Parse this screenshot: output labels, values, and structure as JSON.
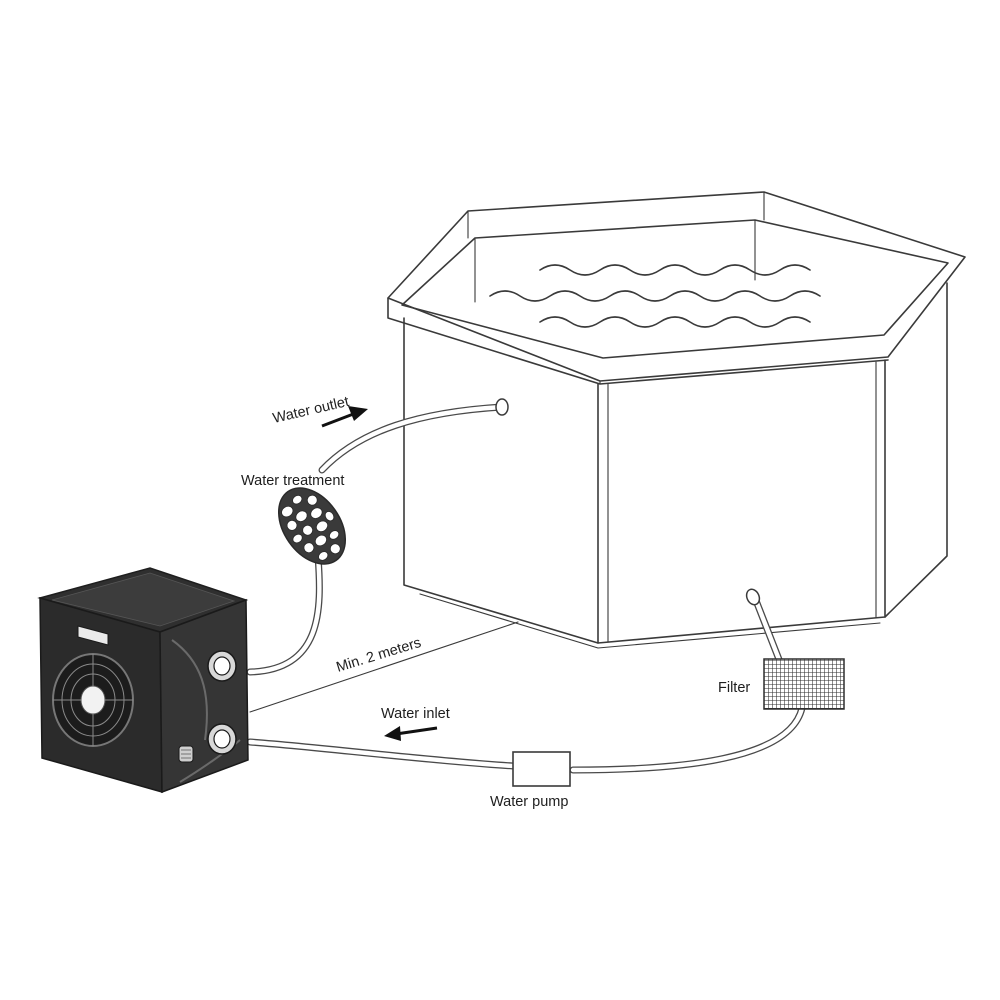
{
  "labels": {
    "water_outlet": "Water outlet",
    "water_treatment": "Water treatment",
    "min_distance": "Min. 2 meters",
    "water_inlet": "Water inlet",
    "filter": "Filter",
    "water_pump": "Water pump"
  },
  "colors": {
    "line": "#3a3a3a",
    "heater_body": "#2b2b2b",
    "background": "#ffffff"
  }
}
